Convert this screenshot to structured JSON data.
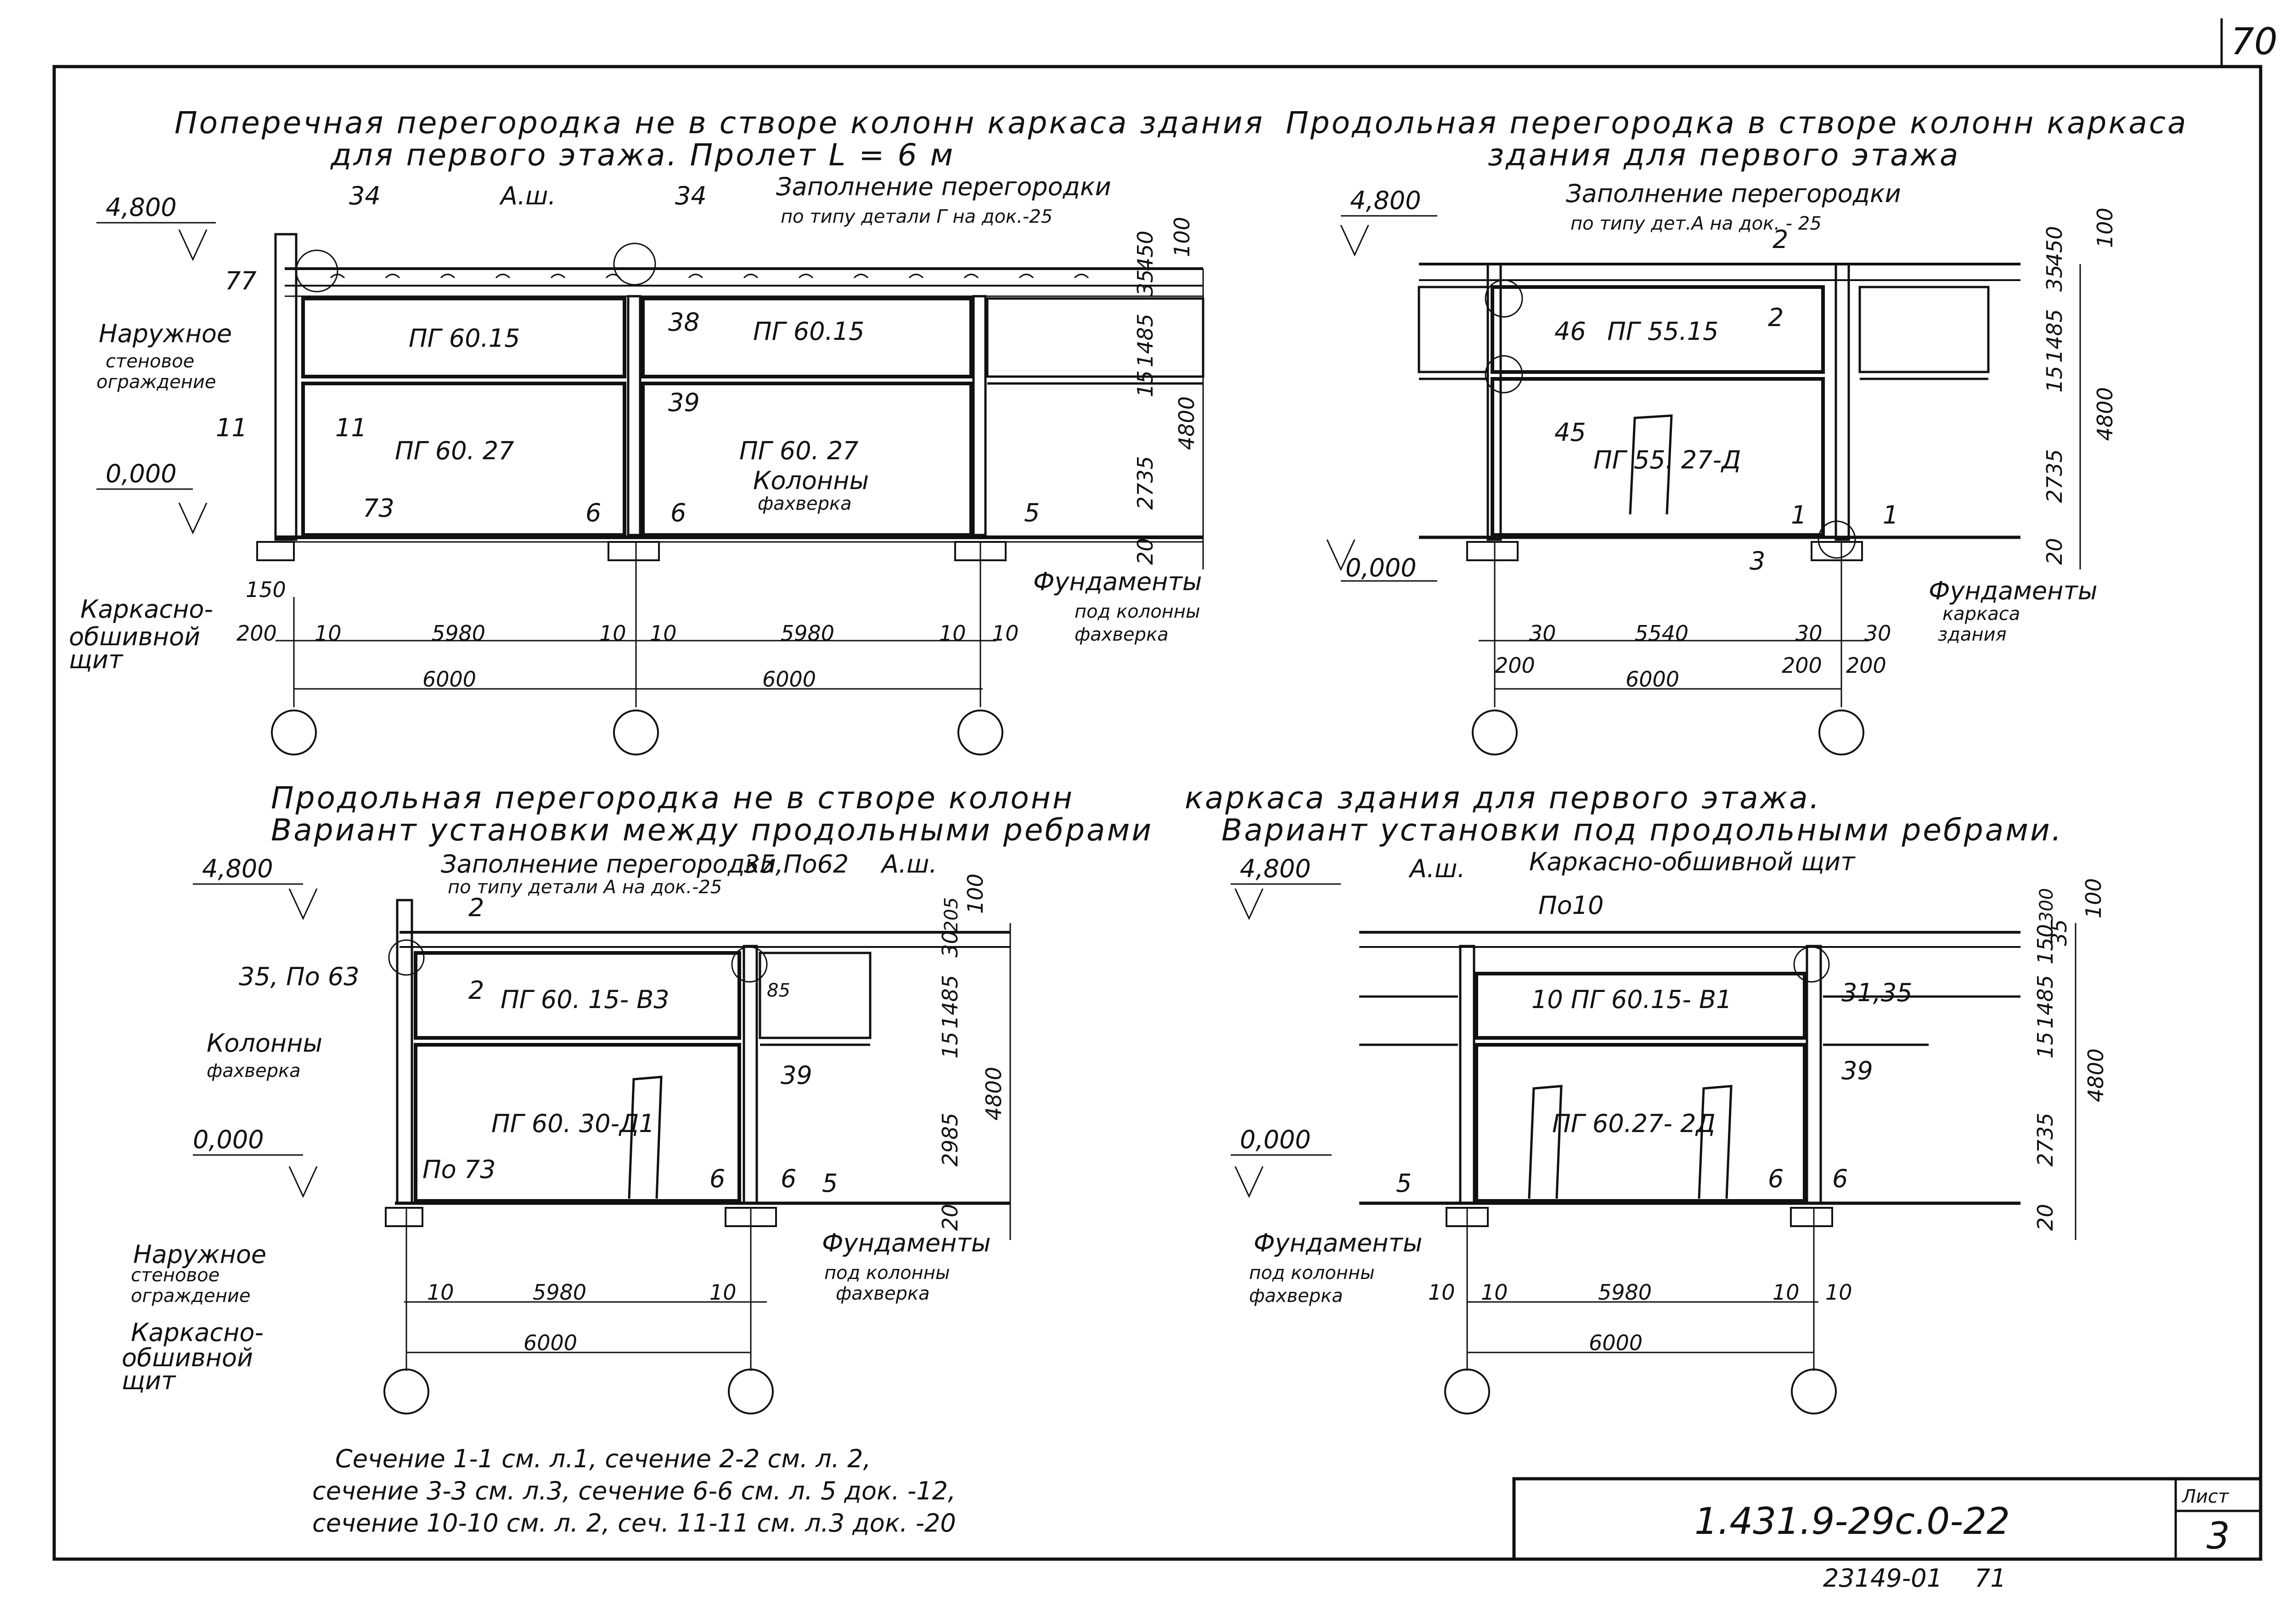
{
  "sheet": {
    "top_corner_number": "70",
    "drawing_code": "1.431.9-29с.0-22",
    "sheet_label": "Лист",
    "sheet_number": "3",
    "archive_number": "23149-01",
    "archive_page": "71"
  },
  "notes": [
    "Сечение 1-1 см. л.1, сечение 2-2 см. л. 2,",
    "сечение 3-3 см. л.3, сечение 6-6 см. л. 5 док. -12,",
    "сечение 10-10 см. л. 2, сеч. 11-11 см. л.3 док. -20"
  ],
  "views": {
    "v1": {
      "title1": "Поперечная перегородка не в створе колонн каркаса здания",
      "title2": "для первого этажа. Пролет L = 6 м",
      "lvl_top": "4,800",
      "lvl_zero": "0,000",
      "mark_34": "34",
      "mark_ash": "А.ш.",
      "fill1": "Заполнение перегородки",
      "fill2": "по типу детали Г на док.-25",
      "mark_77": "77",
      "wall1": "Наружное",
      "wall2": "стеновое",
      "wall3": "ограждение",
      "sec11": "11",
      "pan_a": "ПГ 60.15",
      "pan_b": "ПГ 60. 27",
      "mark_38": "38",
      "mark_39": "39",
      "mark_73": "73",
      "sec6": "6",
      "col1": "Колонны",
      "col2": "фахверка",
      "mark_5": "5",
      "fnd1": "Фундаменты",
      "fnd2": "под колонны",
      "fnd3": "фахверка",
      "shield1": "Каркасно-",
      "shield2": "обшивной",
      "shield3": "щит",
      "d150": "150",
      "d200": "200",
      "d10": "10",
      "d5980": "5980",
      "d6000": "6000",
      "h100": "100",
      "h450": "450",
      "h35": "35",
      "h1485": "1485",
      "h15": "15",
      "h2735": "2735",
      "h4800": "4800",
      "h20": "20"
    },
    "v2": {
      "title1": "Продольная перегородка в створе колонн каркаса",
      "title2": "здания для первого этажа",
      "lvl_top": "4,800",
      "lvl_zero": "0,000",
      "fill1": "Заполнение перегородки",
      "fill2": "по типу дет.А на док. - 25",
      "sec2": "2",
      "mark_46": "46",
      "pan_a": "ПГ 55.15",
      "mark_45": "45",
      "pan_b": "ПГ 55. 27-Д",
      "sec1": "1",
      "mark_3": "3",
      "fnd1": "Фундаменты",
      "fnd2": "каркаса",
      "fnd3": "здания",
      "d30": "30",
      "d5540": "5540",
      "d200": "200",
      "d6000": "6000",
      "h100": "100",
      "h450": "450",
      "h35": "35",
      "h1485": "1485",
      "h15": "15",
      "h2735": "2735",
      "h4800": "4800",
      "h20": "20"
    },
    "v3": {
      "title1": "Продольная перегородка не в створе колонн",
      "title2": "Вариант установки между продольными ребрами",
      "lvl_top": "4,800",
      "lvl_zero": "0,000",
      "fill1": "Заполнение перегородки",
      "fill2": "по типу детали А на док.-25",
      "mark_35p62": "35,По62",
      "mark_ash": "А.ш.",
      "mark_35p63": "35, По 63",
      "sec2": "2",
      "pan_a": "ПГ 60. 15- В3",
      "mark_85": "85",
      "col1": "Колонны",
      "col2": "фахверка",
      "pan_b": "ПГ 60. 30-Д1",
      "mark_39": "39",
      "mark_p73": "По 73",
      "sec6": "6",
      "mark_5": "5",
      "wall1": "Наружное",
      "wall2": "стеновое",
      "wall3": "ограждение",
      "fnd1": "Фундаменты",
      "fnd2": "под колонны",
      "fnd3": "фахверка",
      "shield1": "Каркасно-",
      "shield2": "обшивной",
      "shield3": "щит",
      "d10": "10",
      "d5980": "5980",
      "d6000": "6000",
      "h100": "100",
      "h205": "205",
      "h30": "30",
      "h1485": "1485",
      "h15": "15",
      "h2985": "2985",
      "h4800": "4800",
      "h20": "20"
    },
    "v4": {
      "title1": "каркаса здания для первого этажа.",
      "title2": "Вариант установки под продольными ребрами.",
      "lvl_top": "4,800",
      "lvl_zero": "0,000",
      "mark_ash": "А.ш.",
      "shield": "Каркасно-обшивной щит",
      "mark_p10": "По10",
      "pan_a": "10 ПГ 60.15- В1",
      "mark_3135": "31,35",
      "mark_39": "39",
      "pan_b": "ПГ 60.27- 2Д",
      "mark_5": "5",
      "sec6": "6",
      "fnd1": "Фундаменты",
      "fnd2": "под колонны",
      "fnd3": "фахверка",
      "d10": "10",
      "d5980": "5980",
      "d6000": "6000",
      "h300": "300",
      "h150": "150",
      "h35": "35",
      "h100": "100",
      "h1485": "1485",
      "h15": "15",
      "h2735": "2735",
      "h4800": "4800",
      "h20": "20"
    }
  }
}
